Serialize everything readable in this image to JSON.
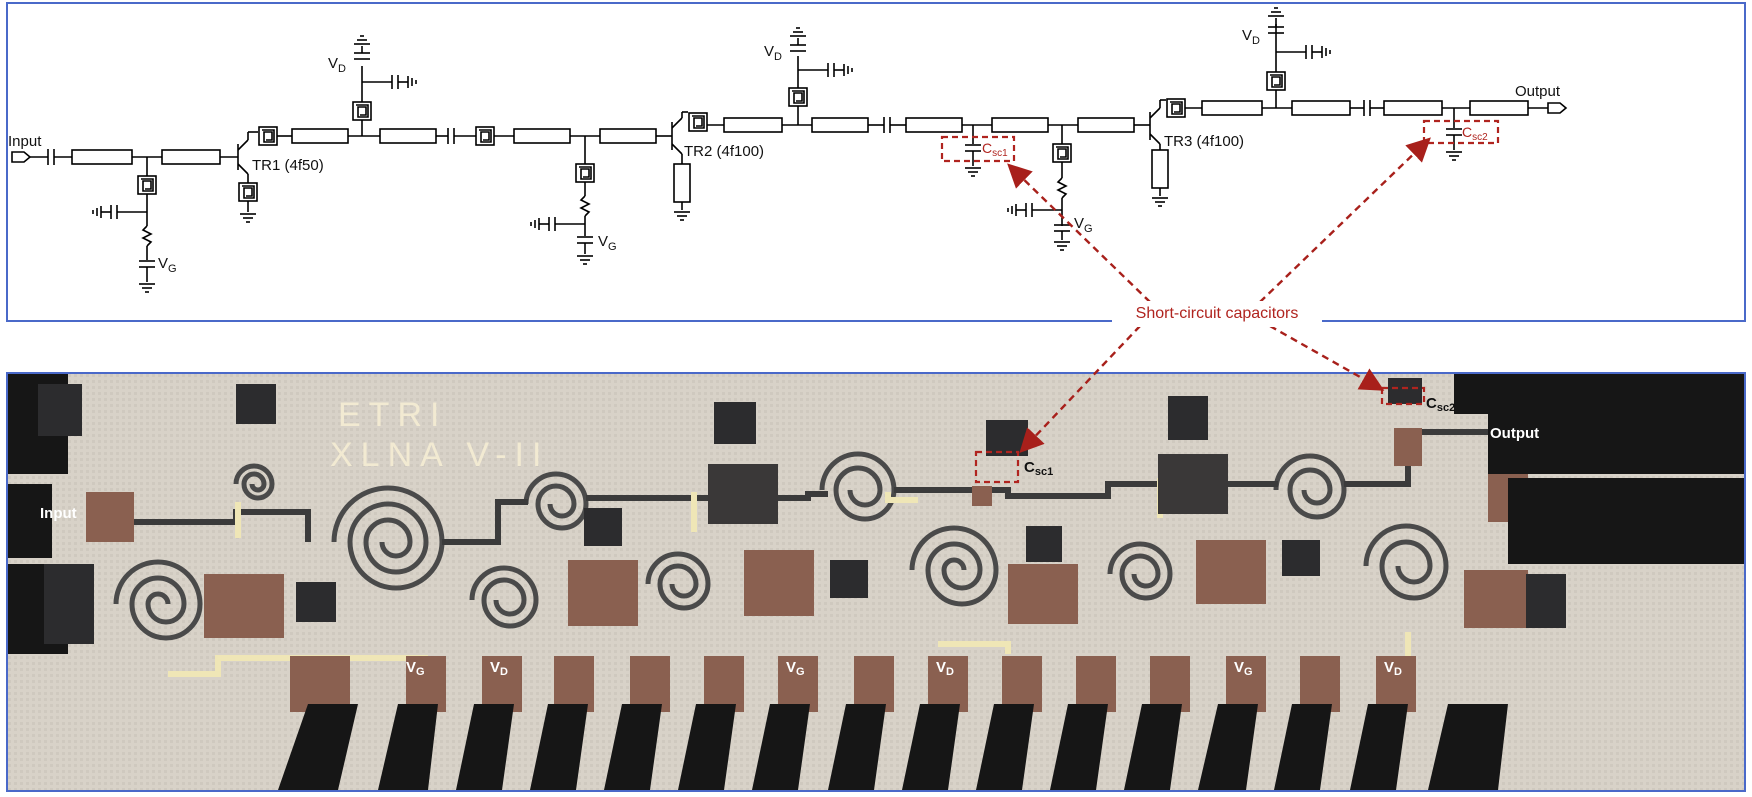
{
  "schematic": {
    "input_label": "Input",
    "output_label": "Output",
    "transistors": [
      {
        "name": "TR1 (4f50)"
      },
      {
        "name": "TR2 (4f100)"
      },
      {
        "name": "TR3 (4f100)"
      }
    ],
    "vd_label": "V",
    "vd_sub": "D",
    "vg_label": "V",
    "vg_sub": "G",
    "csc1_main": "C",
    "csc1_sub": "sc1",
    "csc2_main": "C",
    "csc2_sub": "sc2"
  },
  "callout": {
    "text": "Short-circuit capacitors"
  },
  "chip": {
    "logo_line1": "ETRI",
    "logo_line2": "XLNA V-II",
    "input_label": "Input",
    "output_label": "Output",
    "csc1_main": "C",
    "csc1_sub": "sc1",
    "csc2_main": "C",
    "csc2_sub": "sc2",
    "pad_labels": [
      {
        "main": "V",
        "sub": "G"
      },
      {
        "main": "V",
        "sub": "D"
      },
      {
        "main": "V",
        "sub": "G"
      },
      {
        "main": "V",
        "sub": "D"
      },
      {
        "main": "V",
        "sub": "G"
      },
      {
        "main": "V",
        "sub": "D"
      }
    ]
  },
  "colors": {
    "panel_border": "#4a69c9",
    "annotation_red": "#b0241f",
    "chip_background": "#d6d0c6"
  }
}
